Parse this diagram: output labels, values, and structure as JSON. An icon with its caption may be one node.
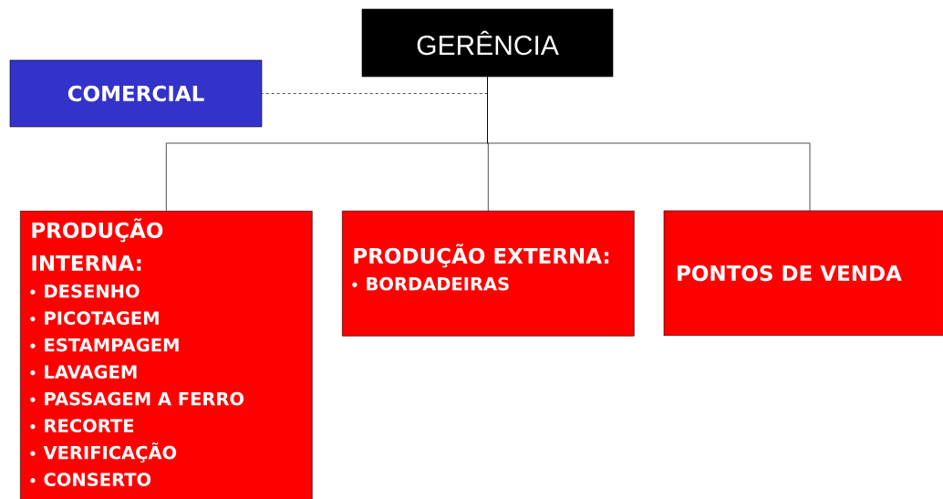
{
  "diagram": {
    "nodes": [
      {
        "text": [
          "GERÊNCIA"
        ]
      },
      {
        "text": [
          "COMERCIAL"
        ]
      },
      {
        "text": [
          "PRODUÇÃO INTERNA:",
          "DESENHO",
          "PICOTAGEM",
          "ESTAMPAGEM",
          "LAVAGEM",
          "PASSAGEM A FERRO",
          "RECORTE",
          "VERIFICAÇÃO",
          "CONSERTO"
        ]
      },
      {
        "text": [
          "PRODUÇÃO EXTERNA:",
          "BORDADEIRAS"
        ]
      },
      {
        "text": [
          "PONTOS DE VENDA"
        ]
      }
    ],
    "edges": [
      {
        "from": 0,
        "to": 1,
        "arrow": "none",
        "style": "dashed"
      },
      {
        "from": 0,
        "to": 2,
        "arrow": "none"
      },
      {
        "from": 0,
        "to": 3,
        "arrow": "none"
      },
      {
        "from": 0,
        "to": 4,
        "arrow": "none"
      }
    ]
  }
}
